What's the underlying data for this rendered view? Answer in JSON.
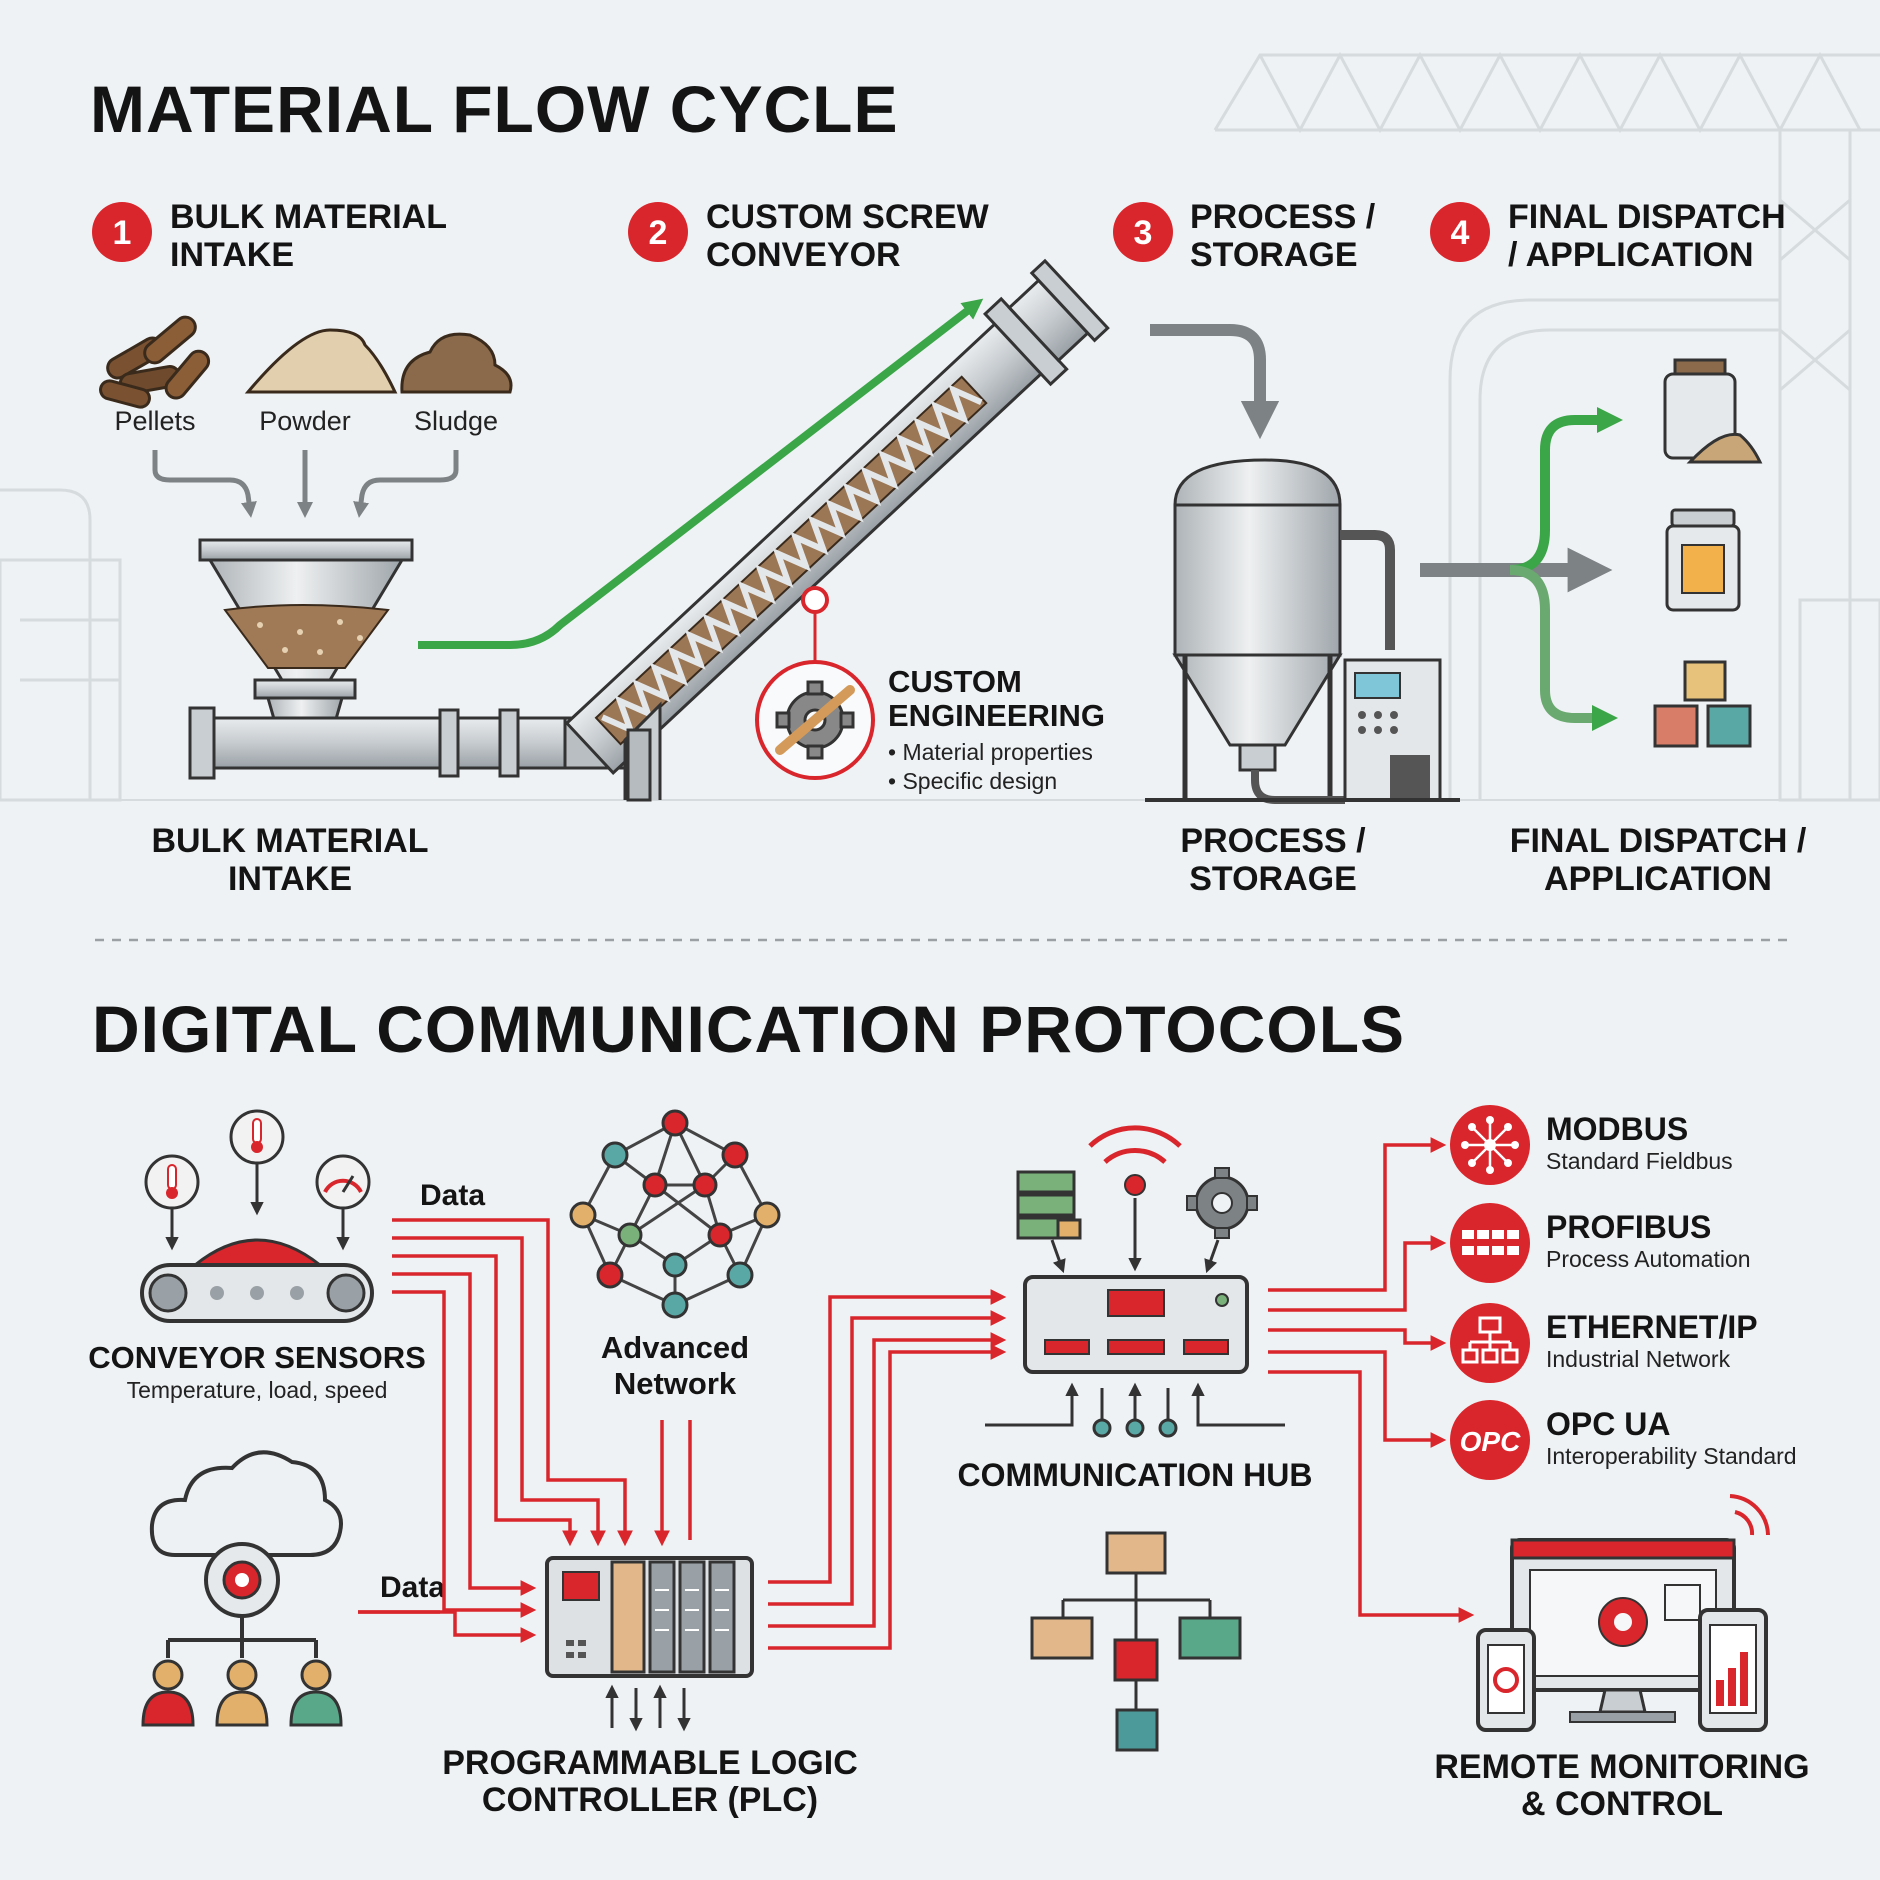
{
  "titles": {
    "flow": "MATERIAL FLOW CYCLE",
    "digital": "DIGITAL COMMUNICATION PROTOCOLS"
  },
  "colors": {
    "accent_red": "#d9262c",
    "flow_green": "#3aa648",
    "arrow_gray": "#7d8285",
    "ink": "#141414"
  },
  "steps": [
    {
      "number": "1",
      "line1": "BULK MATERIAL",
      "line2": "INTAKE"
    },
    {
      "number": "2",
      "line1": "CUSTOM SCREW",
      "line2": "CONVEYOR"
    },
    {
      "number": "3",
      "line1": "PROCESS /",
      "line2": "STORAGE"
    },
    {
      "number": "4",
      "line1": "FINAL DISPATCH",
      "line2": "/ APPLICATION"
    }
  ],
  "materials": [
    "Pellets",
    "Powder",
    "Sludge"
  ],
  "engineering": {
    "line1": "CUSTOM",
    "line2": "ENGINEERING",
    "bullets": [
      "• Material properties",
      "• Specific design"
    ]
  },
  "bottom_labels": {
    "intake": {
      "line1": "BULK MATERIAL",
      "line2": "INTAKE"
    },
    "process": {
      "line1": "PROCESS /",
      "line2": "STORAGE"
    },
    "dispatch": {
      "line1": "FINAL DISPATCH /",
      "line2": "APPLICATION"
    }
  },
  "sensors": {
    "title": "CONVEYOR SENSORS",
    "subtitle": "Temperature, load, speed"
  },
  "data_labels": [
    "Data",
    "Data"
  ],
  "network": {
    "line1": "Advanced",
    "line2": "Network"
  },
  "plc": {
    "line1": "PROGRAMMABLE LOGIC",
    "line2": "CONTROLLER (PLC)"
  },
  "hub": {
    "title": "COMMUNICATION HUB"
  },
  "protocols": [
    {
      "name": "MODBUS",
      "desc": "Standard Fieldbus",
      "icon": "network-node-icon"
    },
    {
      "name": "PROFIBUS",
      "desc": "Process Automation",
      "icon": "profibus-logo-icon"
    },
    {
      "name": "ETHERNET/IP",
      "desc": "Industrial Network",
      "icon": "network-tree-icon"
    },
    {
      "name": "OPC UA",
      "desc": "Interoperability Standard",
      "icon": "opc-logo-icon",
      "badge": "OPC"
    }
  ],
  "remote": {
    "line1": "REMOTE MONITORING",
    "line2": "& CONTROL"
  }
}
